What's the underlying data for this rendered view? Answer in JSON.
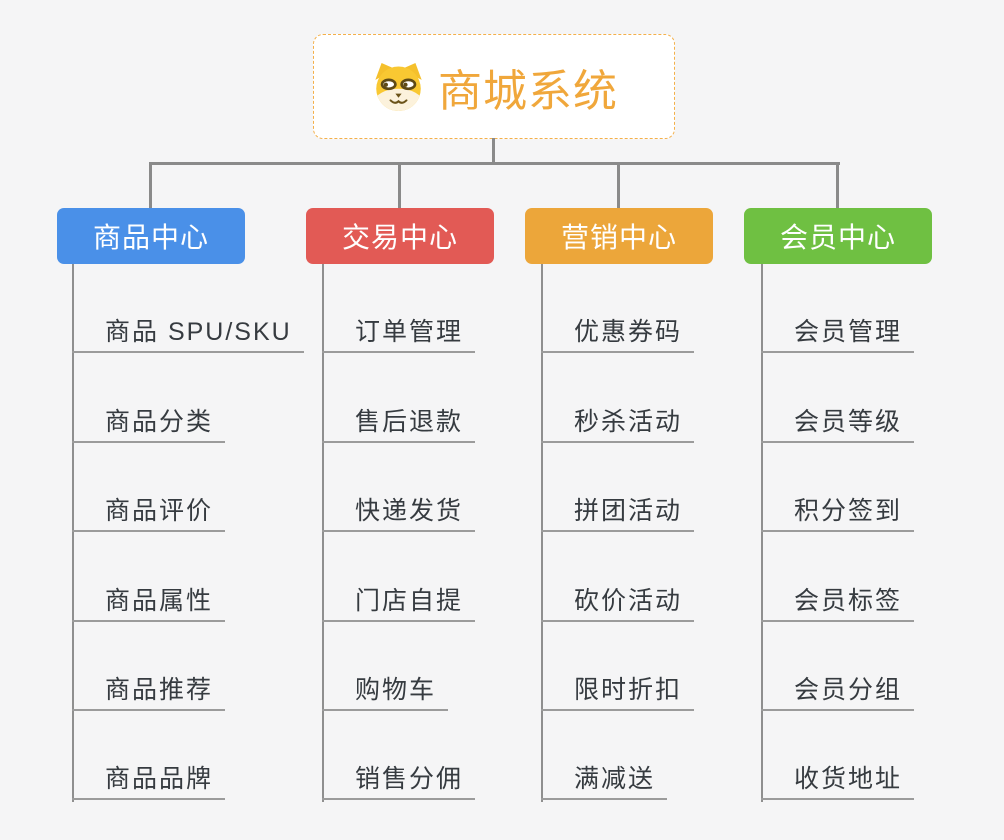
{
  "root": {
    "title": "商城系统",
    "icon": "dog-face-icon",
    "title_color": "#f0a73b",
    "border_color": "#f4b04a"
  },
  "connector_color": "#8a8a8a",
  "background_color": "#f5f5f6",
  "branches": [
    {
      "label": "商品中心",
      "color": "#4a90e8",
      "items": [
        "商品 SPU/SKU",
        "商品分类",
        "商品评价",
        "商品属性",
        "商品推荐",
        "商品品牌"
      ]
    },
    {
      "label": "交易中心",
      "color": "#e25a55",
      "items": [
        "订单管理",
        "售后退款",
        "快递发货",
        "门店自提",
        "购物车",
        "销售分佣"
      ]
    },
    {
      "label": "营销中心",
      "color": "#eca63a",
      "items": [
        "优惠券码",
        "秒杀活动",
        "拼团活动",
        "砍价活动",
        "限时折扣",
        "满减送"
      ]
    },
    {
      "label": "会员中心",
      "color": "#6fc042",
      "items": [
        "会员管理",
        "会员等级",
        "积分签到",
        "会员标签",
        "会员分组",
        "收货地址"
      ]
    }
  ]
}
